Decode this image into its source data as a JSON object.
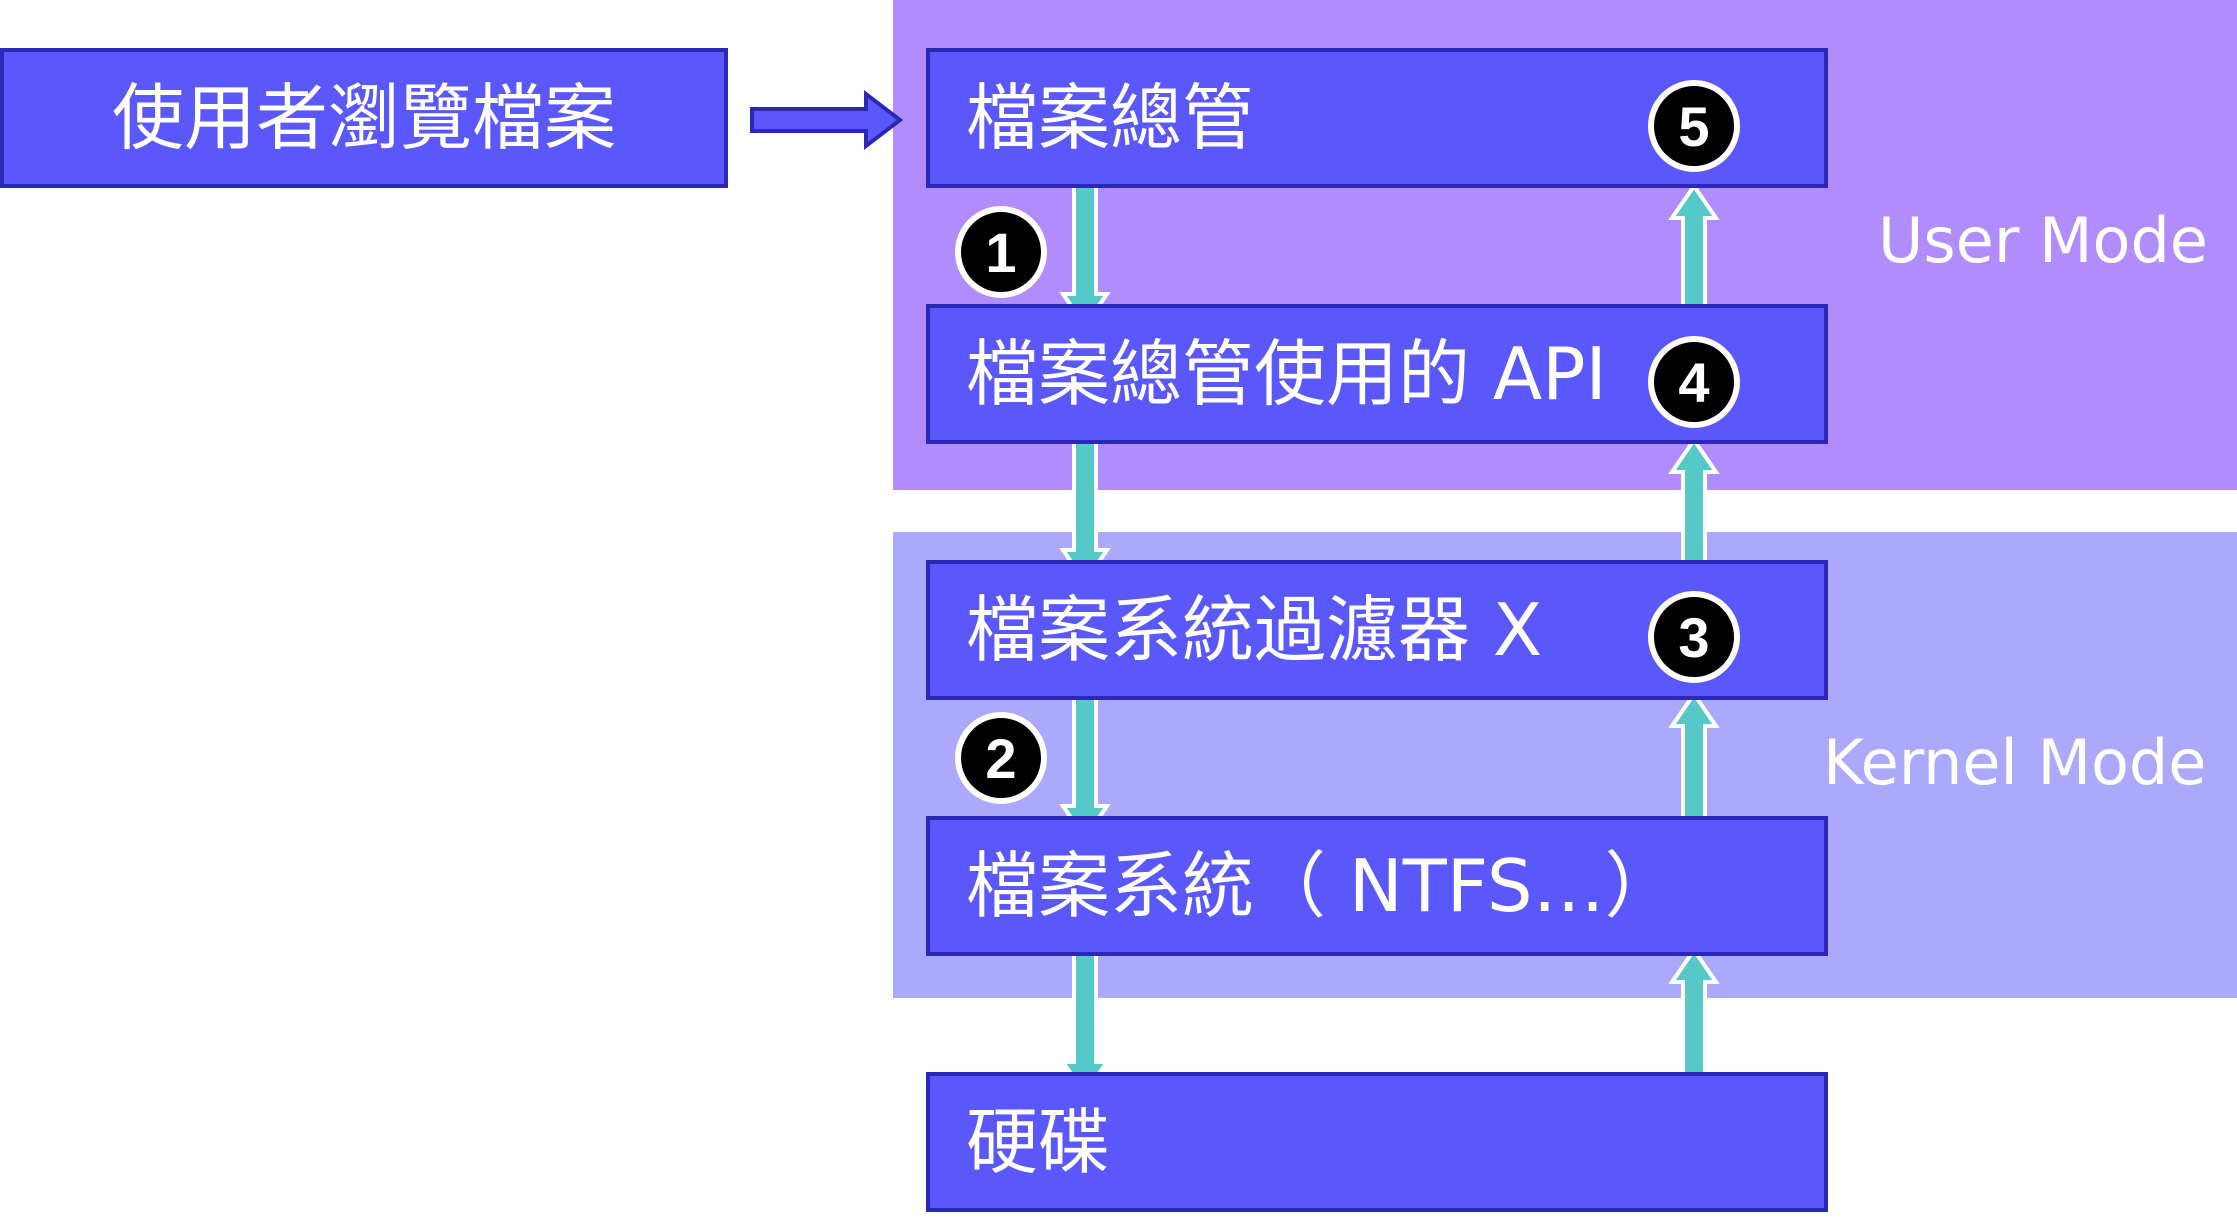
{
  "colors": {
    "user_region": "#b08cfc",
    "kernel_region": "#aca8fc",
    "box_fill": "#5a57fb",
    "box_border": "#2b28b8",
    "arrow_fill": "#55c8c8",
    "badge_fill": "#000000"
  },
  "regions": {
    "user_mode": "User Mode",
    "kernel_mode": "Kernel Mode"
  },
  "boxes": {
    "user_action": "使用者瀏覽檔案",
    "file_manager": "檔案總管",
    "file_manager_api": "檔案總管使用的 API",
    "filter_x": "檔案系統過濾器 X",
    "file_system": "檔案系統（ NTFS…）",
    "disk": "硬碟"
  },
  "steps": {
    "step1": "1",
    "step2": "2",
    "step3": "3",
    "step4": "4",
    "step5": "5"
  }
}
